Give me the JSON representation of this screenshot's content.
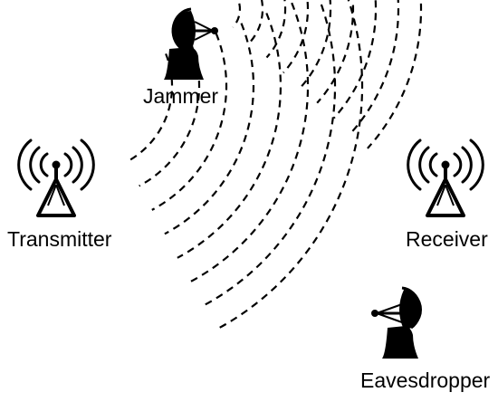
{
  "nodes": {
    "transmitter": {
      "label": "Transmitter",
      "icon": "antenna-tower-icon"
    },
    "receiver": {
      "label": "Receiver",
      "icon": "antenna-tower-icon"
    },
    "jammer": {
      "label": "Jammer",
      "icon": "satellite-dish-person-icon"
    },
    "eavesdropper": {
      "label": "Eavesdropper",
      "icon": "satellite-dish-person-icon"
    }
  },
  "signals": [
    {
      "name": "transmitter-signal",
      "from": "transmitter",
      "style": "dashed"
    },
    {
      "name": "jamming-signal",
      "from": "jammer",
      "style": "dashed"
    }
  ],
  "colors": {
    "ink": "#000000",
    "background": "#ffffff"
  }
}
